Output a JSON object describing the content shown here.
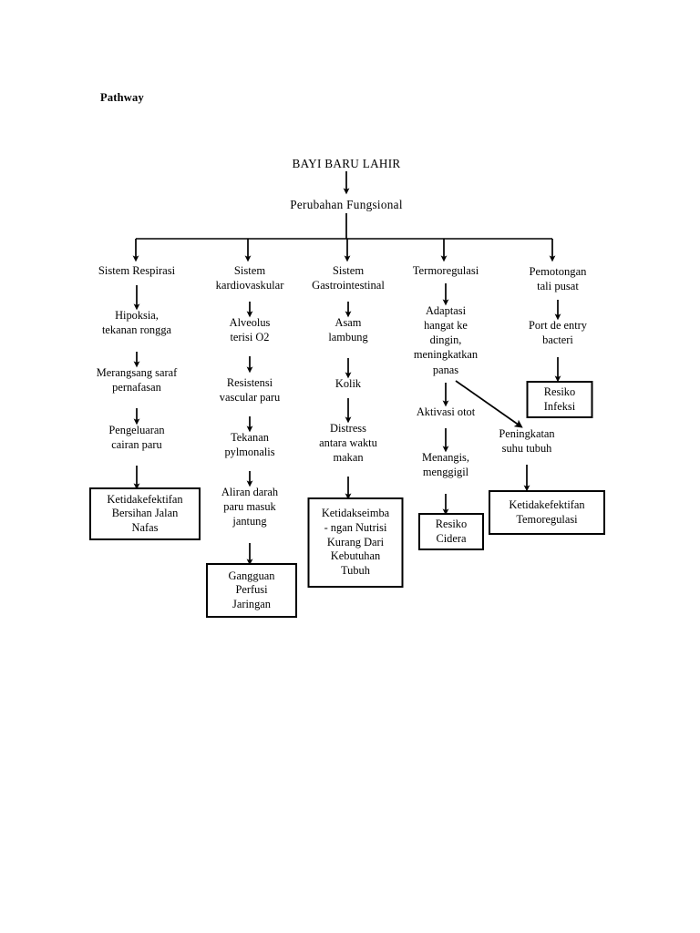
{
  "document": {
    "heading": "Pathway",
    "background_color": "#ffffff",
    "text_color": "#000000",
    "line_color": "#000000"
  },
  "diagram": {
    "type": "flowchart",
    "orientation": "top-down",
    "root": "BAYI BARU LAHIR",
    "second": "Perubahan Fungsional",
    "branch_count": 5,
    "columns": [
      {
        "id": "respirasi",
        "header": "Sistem Respirasi",
        "steps": [
          "Hipoksia,\ntekanan rongga",
          "Merangsang saraf\npernafasan",
          "Pengeluaran\ncairan paru"
        ],
        "outcome": "Ketidakefektifan\nBersihan Jalan\nNafas"
      },
      {
        "id": "kardiovaskular",
        "header": "Sistem\nkardiovaskular",
        "steps": [
          "Alveolus\nterisi O2",
          "Resistensi\nvascular paru",
          "Tekanan\npylmonalis",
          "Aliran darah\nparu masuk\njantung"
        ],
        "outcome": "Gangguan\nPerfusi\nJaringan"
      },
      {
        "id": "gastrointestinal",
        "header": "Sistem\nGastrointestinal",
        "steps": [
          "Asam\nlambung",
          "Kolik",
          "Distress\nantara waktu\nmakan"
        ],
        "outcome": "Ketidakseimba\n- ngan Nutrisi\nKurang Dari\nKebutuhan\nTubuh"
      },
      {
        "id": "termoregulasi",
        "header": "Termoregulasi",
        "steps": [
          "Adaptasi\nhangat ke\ndingin,\nmeningkatkan\npanas",
          "Aktivasi otot",
          "Menangis,\nmenggigil"
        ],
        "outcome": "Resiko\nCidera"
      },
      {
        "id": "talipusat",
        "header": "Pemotongan\ntali pusat",
        "steps": [
          "Port de entry\nbacteri"
        ],
        "outcome": "Resiko\nInfeksi"
      }
    ],
    "cross_branch": {
      "from": "Adaptasi hangat ke dingin, meningkatkan panas",
      "to": "Peningkatan suhu tubuh",
      "node": "Peningkatan\nsuhu tubuh",
      "outcome": "Ketidakefektifan\nTemoregulasi"
    }
  }
}
